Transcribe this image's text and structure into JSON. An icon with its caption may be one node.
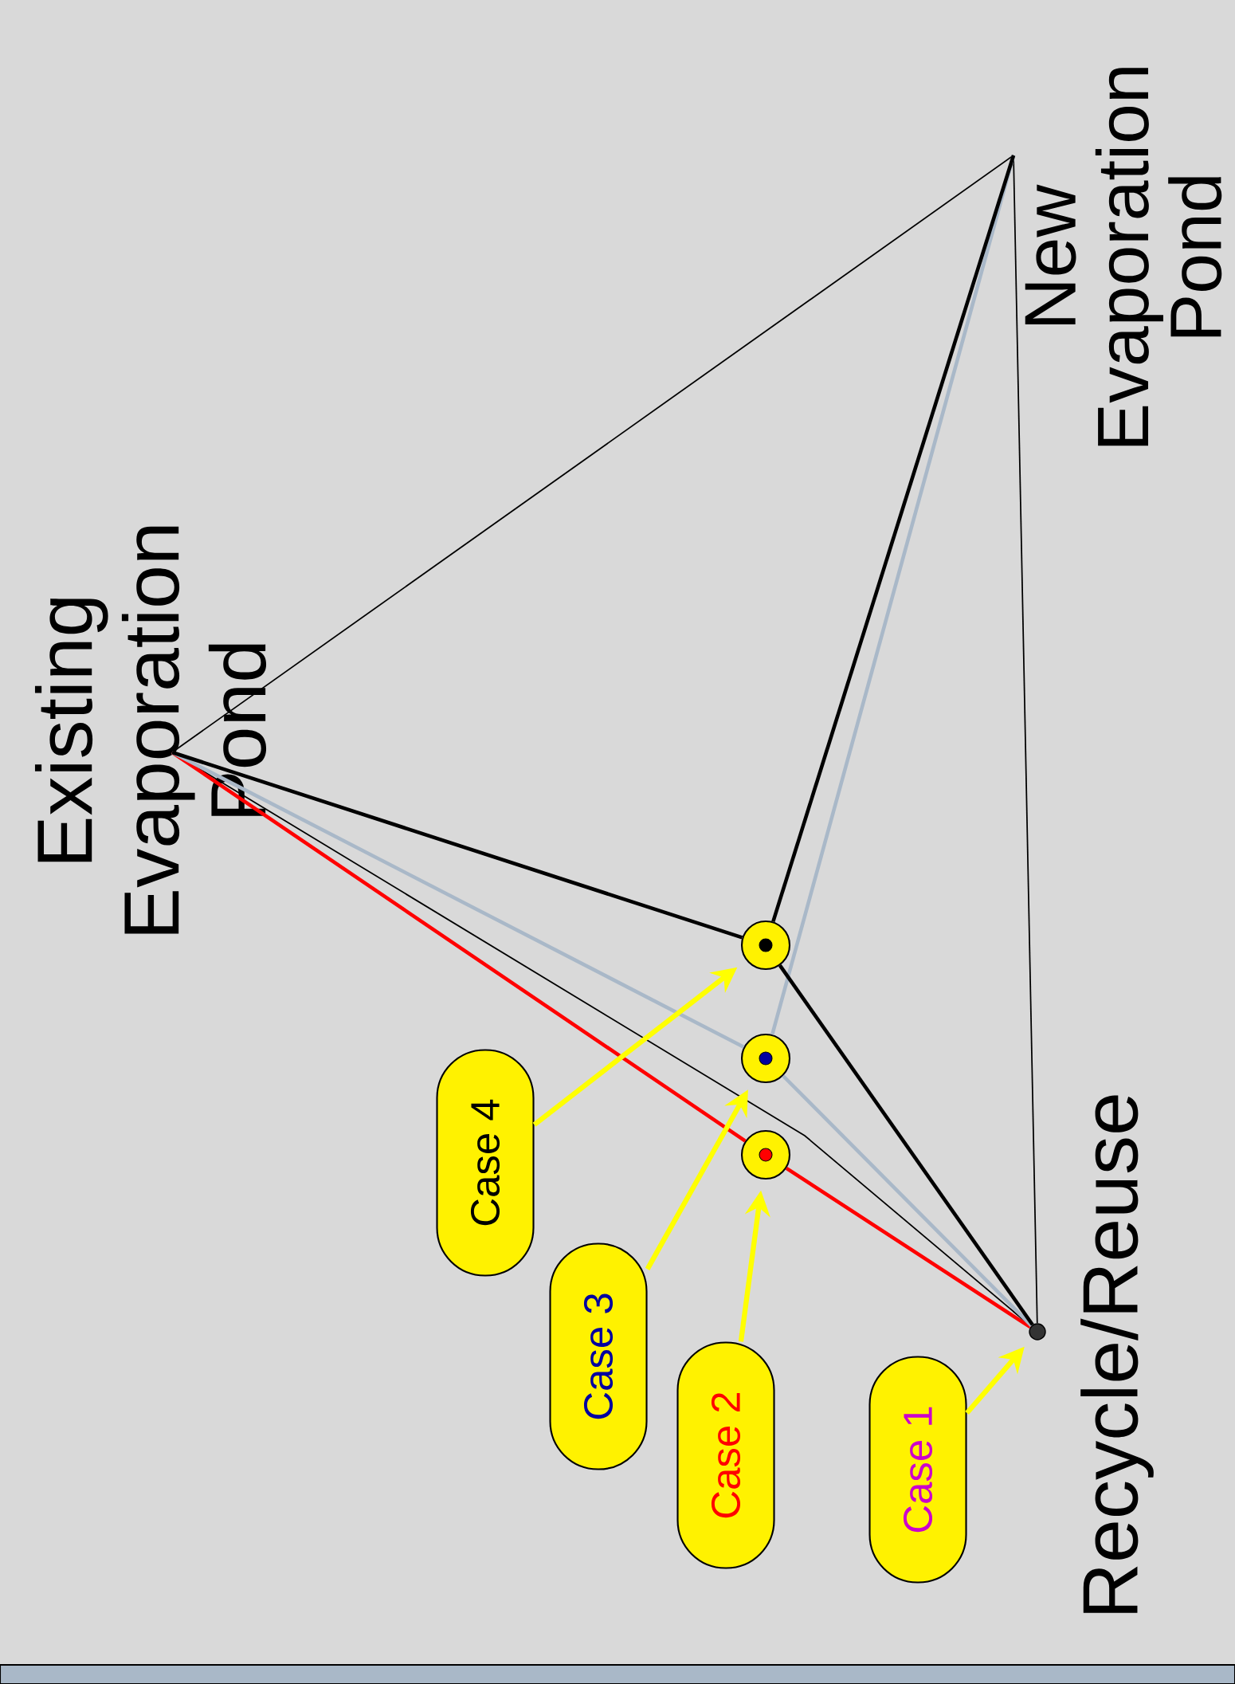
{
  "diagram": {
    "nodes": [
      {
        "text": [
          "Existing Evaporation Pond"
        ]
      },
      {
        "text": [
          "New Evaporation Pond"
        ]
      },
      {
        "text": [],
        "shape": "circle"
      },
      {
        "text": [],
        "shape": "circle"
      },
      {
        "text": [],
        "shape": "circle"
      },
      {
        "text": [],
        "shape": "circle",
        "beside": [
          "Recycle/Reuse"
        ]
      },
      {
        "text": [
          "Case 4"
        ]
      },
      {
        "text": [
          "Case 3"
        ]
      },
      {
        "text": [
          "Case 2"
        ]
      },
      {
        "text": [
          "Case 1"
        ]
      }
    ],
    "edges": [
      {
        "from": 0,
        "to": 1,
        "arrow": "none"
      },
      {
        "from": 1,
        "to": 5,
        "arrow": "none"
      },
      {
        "from": 0,
        "to": 5,
        "arrow": "none"
      },
      {
        "from": 0,
        "to": 4,
        "arrow": "none",
        "color": "#ff0000"
      },
      {
        "from": 4,
        "to": 5,
        "arrow": "none",
        "color": "#ff0000"
      },
      {
        "from": 3,
        "to": 0,
        "arrow": "none",
        "color": "#a9b8c8"
      },
      {
        "from": 3,
        "to": 1,
        "arrow": "none",
        "color": "#a9b8c8"
      },
      {
        "from": 3,
        "to": 5,
        "arrow": "none",
        "color": "#a9b8c8"
      },
      {
        "from": 2,
        "to": 0,
        "arrow": "none"
      },
      {
        "from": 2,
        "to": 1,
        "arrow": "none"
      },
      {
        "from": 2,
        "to": 5,
        "arrow": "none"
      },
      {
        "from": 6,
        "to": 2,
        "arrow": "to",
        "color": "#ffff00"
      },
      {
        "from": 7,
        "to": 3,
        "arrow": "to",
        "color": "#ffff00"
      },
      {
        "from": 8,
        "to": 4,
        "arrow": "to",
        "color": "#ffff00"
      },
      {
        "from": 9,
        "to": 5,
        "arrow": "to",
        "color": "#ffff00"
      }
    ]
  }
}
